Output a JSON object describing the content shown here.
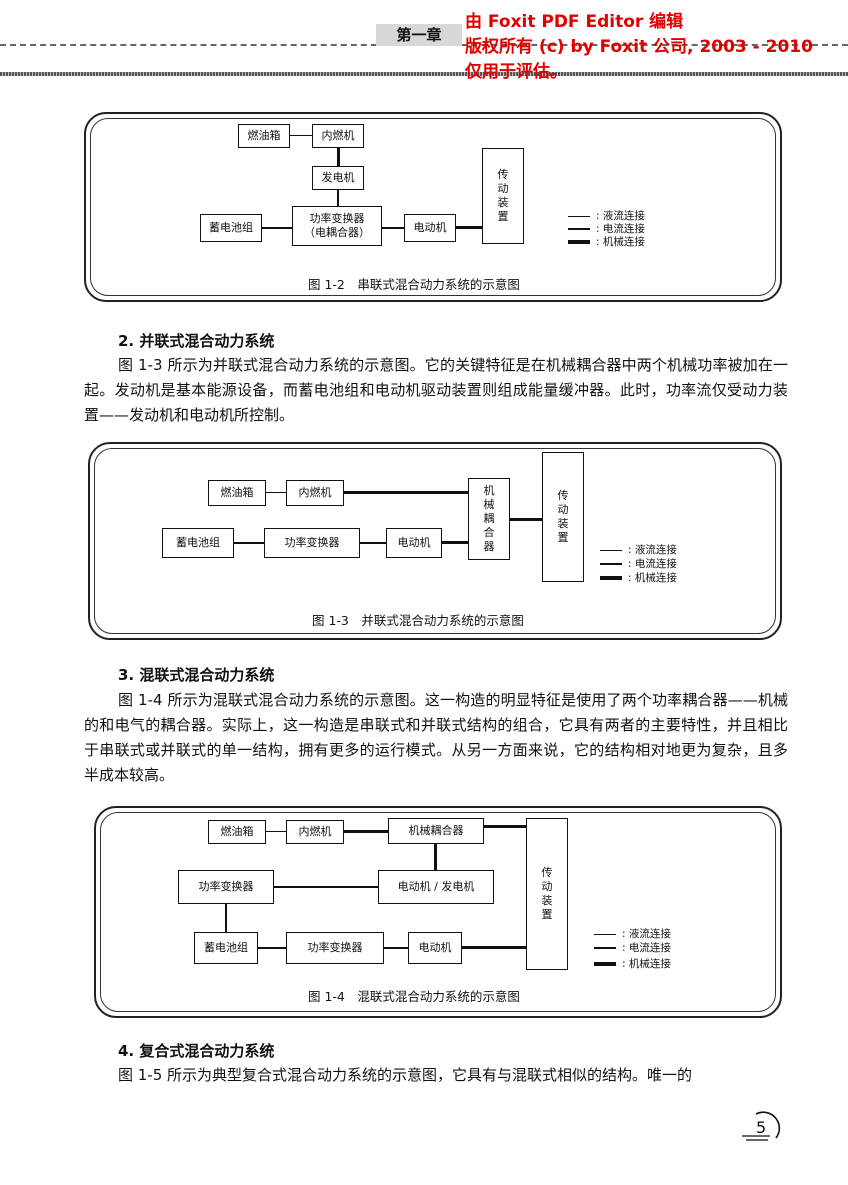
{
  "header": {
    "chapter": "第一章",
    "watermark": [
      "由 Foxit PDF Editor 编辑",
      "版权所有 (c) by Foxit 公司, 2003 - 2010",
      "仅用于评估。"
    ]
  },
  "legend": [
    "液流连接",
    "电流连接",
    "机械连接"
  ],
  "fig12": {
    "boxes": {
      "fuel_tank": "燃油箱",
      "engine": "内燃机",
      "generator": "发电机",
      "battery": "蓄电池组",
      "converter_l1": "功率变换器",
      "converter_l2": "（电耦合器）",
      "motor": "电动机",
      "transmission": [
        "传",
        "动",
        "装",
        "置"
      ]
    },
    "caption": "图 1-2　串联式混合动力系统的示意图"
  },
  "section2": {
    "heading": "2.  并联式混合动力系统",
    "text": "图 1-3 所示为并联式混合动力系统的示意图。它的关键特征是在机械耦合器中两个机械功率被加在一起。发动机是基本能源设备，而蓄电池组和电动机驱动装置则组成能量缓冲器。此时，功率流仅受动力装置——发动机和电动机所控制。"
  },
  "fig13": {
    "boxes": {
      "fuel_tank": "燃油箱",
      "engine": "内燃机",
      "battery": "蓄电池组",
      "converter": "功率变换器",
      "motor": "电动机",
      "coupler": [
        "机",
        "械",
        "耦",
        "合",
        "器"
      ],
      "transmission": [
        "传",
        "动",
        "装",
        "置"
      ]
    },
    "caption": "图 1-3　并联式混合动力系统的示意图"
  },
  "section3": {
    "heading": "3.  混联式混合动力系统",
    "text": "图 1-4 所示为混联式混合动力系统的示意图。这一构造的明显特征是使用了两个功率耦合器——机械的和电气的耦合器。实际上，这一构造是串联式和并联式结构的组合，它具有两者的主要特性，并且相比于串联式或并联式的单一结构，拥有更多的运行模式。从另一方面来说，它的结构相对地更为复杂，且多半成本较高。"
  },
  "fig14": {
    "boxes": {
      "fuel_tank": "燃油箱",
      "engine": "内燃机",
      "coupler": "机械耦合器",
      "converter_top": "功率变换器",
      "motor_gen": "电动机 / 发电机",
      "battery": "蓄电池组",
      "converter_bottom": "功率变换器",
      "motor": "电动机",
      "transmission": [
        "传",
        "动",
        "装",
        "置"
      ]
    },
    "caption": "图 1-4　混联式混合动力系统的示意图"
  },
  "section4": {
    "heading": "4.  复合式混合动力系统",
    "text": "图 1-5 所示为典型复合式混合动力系统的示意图，它具有与混联式相似的结构。唯一的"
  },
  "page_number": "5"
}
